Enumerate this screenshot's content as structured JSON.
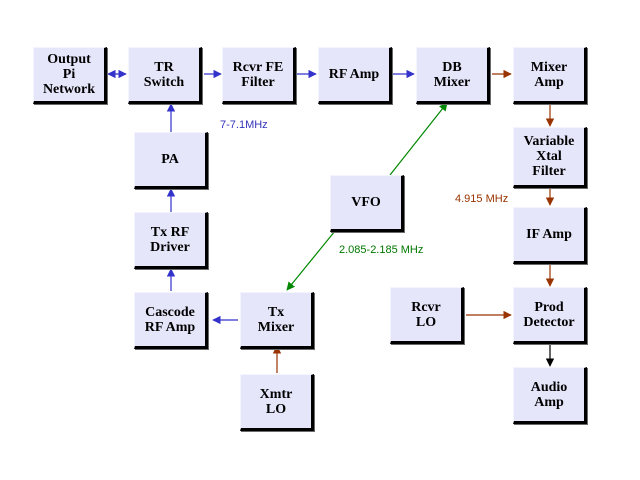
{
  "blocks": {
    "output_pi_network": "Output\nPi\nNetwork",
    "tr_switch": "TR\nSwitch",
    "rcvr_fe_filter": "Rcvr FE\nFilter",
    "rf_amp": "RF Amp",
    "db_mixer": "DB\nMixer",
    "mixer_amp": "Mixer\nAmp",
    "pa": "PA",
    "variable_xtal_filter": "Variable\nXtal\nFilter",
    "vfo": "VFO",
    "if_amp": "IF Amp",
    "tx_rf_driver": "Tx RF\nDriver",
    "cascode_rf_amp": "Cascode\nRF Amp",
    "tx_mixer": "Tx\nMixer",
    "rcvr_lo": "Rcvr\nLO",
    "prod_detector": "Prod\nDetector",
    "xmtr_lo": "Xmtr\nLO",
    "audio_amp": "Audio\nAmp"
  },
  "labels": {
    "rf_band": "7-7.1MHz",
    "if_freq": "4.915 MHz",
    "vfo_range": "2.085-2.185 MHz"
  },
  "colors": {
    "rf_path": "#3333cc",
    "if_path": "#993300",
    "vfo_path": "#008800",
    "audio_path": "#000000",
    "block_fill": "#e6e6fb"
  }
}
